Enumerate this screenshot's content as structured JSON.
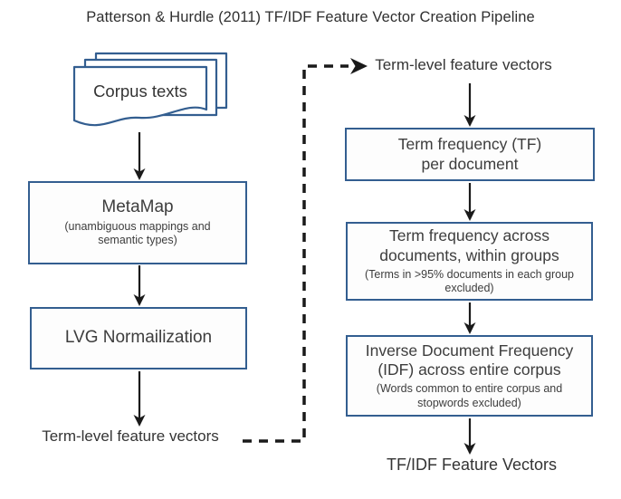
{
  "title": "Patterson & Hurdle (2011) TF/IDF Feature Vector Creation Pipeline",
  "colors": {
    "box_border": "#335e90",
    "text": "#3d3d3d",
    "arrow": "#1a1a1a"
  },
  "left": {
    "corpus_label": "Corpus texts",
    "metamap": {
      "title": "MetaMap",
      "subtitle": "(unambiguous mappings and semantic types)"
    },
    "lvg": {
      "title": "LVG Normailization"
    },
    "output_label": "Term-level feature vectors"
  },
  "right": {
    "input_label": "Term-level feature vectors",
    "tf": {
      "lines": [
        "Term frequency (TF)",
        "per document"
      ]
    },
    "tf_groups": {
      "lines": [
        "Term frequency across",
        "documents, within groups"
      ],
      "subtitle": "(Terms in >95% documents in each group excluded)"
    },
    "idf": {
      "lines": [
        "Inverse Document Frequency",
        "(IDF) across entire corpus"
      ],
      "subtitle": "(Words common to entire corpus and stopwords excluded)"
    },
    "output_label": "TF/IDF Feature Vectors"
  }
}
